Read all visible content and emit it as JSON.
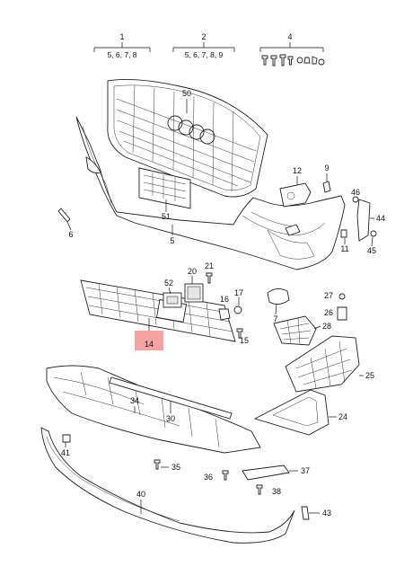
{
  "header_groups": [
    {
      "num": "1",
      "refs": "5, 6, 7, 8"
    },
    {
      "num": "2",
      "refs": "5, 6, 7, 8, 9"
    },
    {
      "num": "4",
      "refs": ""
    }
  ],
  "callouts": {
    "c50": "50",
    "c12": "12",
    "c9": "9",
    "c46": "46",
    "c44": "44",
    "c11": "11",
    "c45": "45",
    "c51": "51",
    "c5": "5",
    "c6": "6",
    "c20": "20",
    "c21": "21",
    "c52": "52",
    "c17": "17",
    "c16": "16",
    "c7": "7",
    "c27": "27",
    "c26": "26",
    "c28": "28",
    "c15": "15",
    "c14": "14",
    "c25": "25",
    "c34": "34",
    "c30": "30",
    "c24": "24",
    "c41": "41",
    "c35": "35",
    "c36": "36",
    "c37": "37",
    "c38": "38",
    "c40": "40",
    "c43": "43"
  },
  "highlight_color": "#f4a3a3"
}
